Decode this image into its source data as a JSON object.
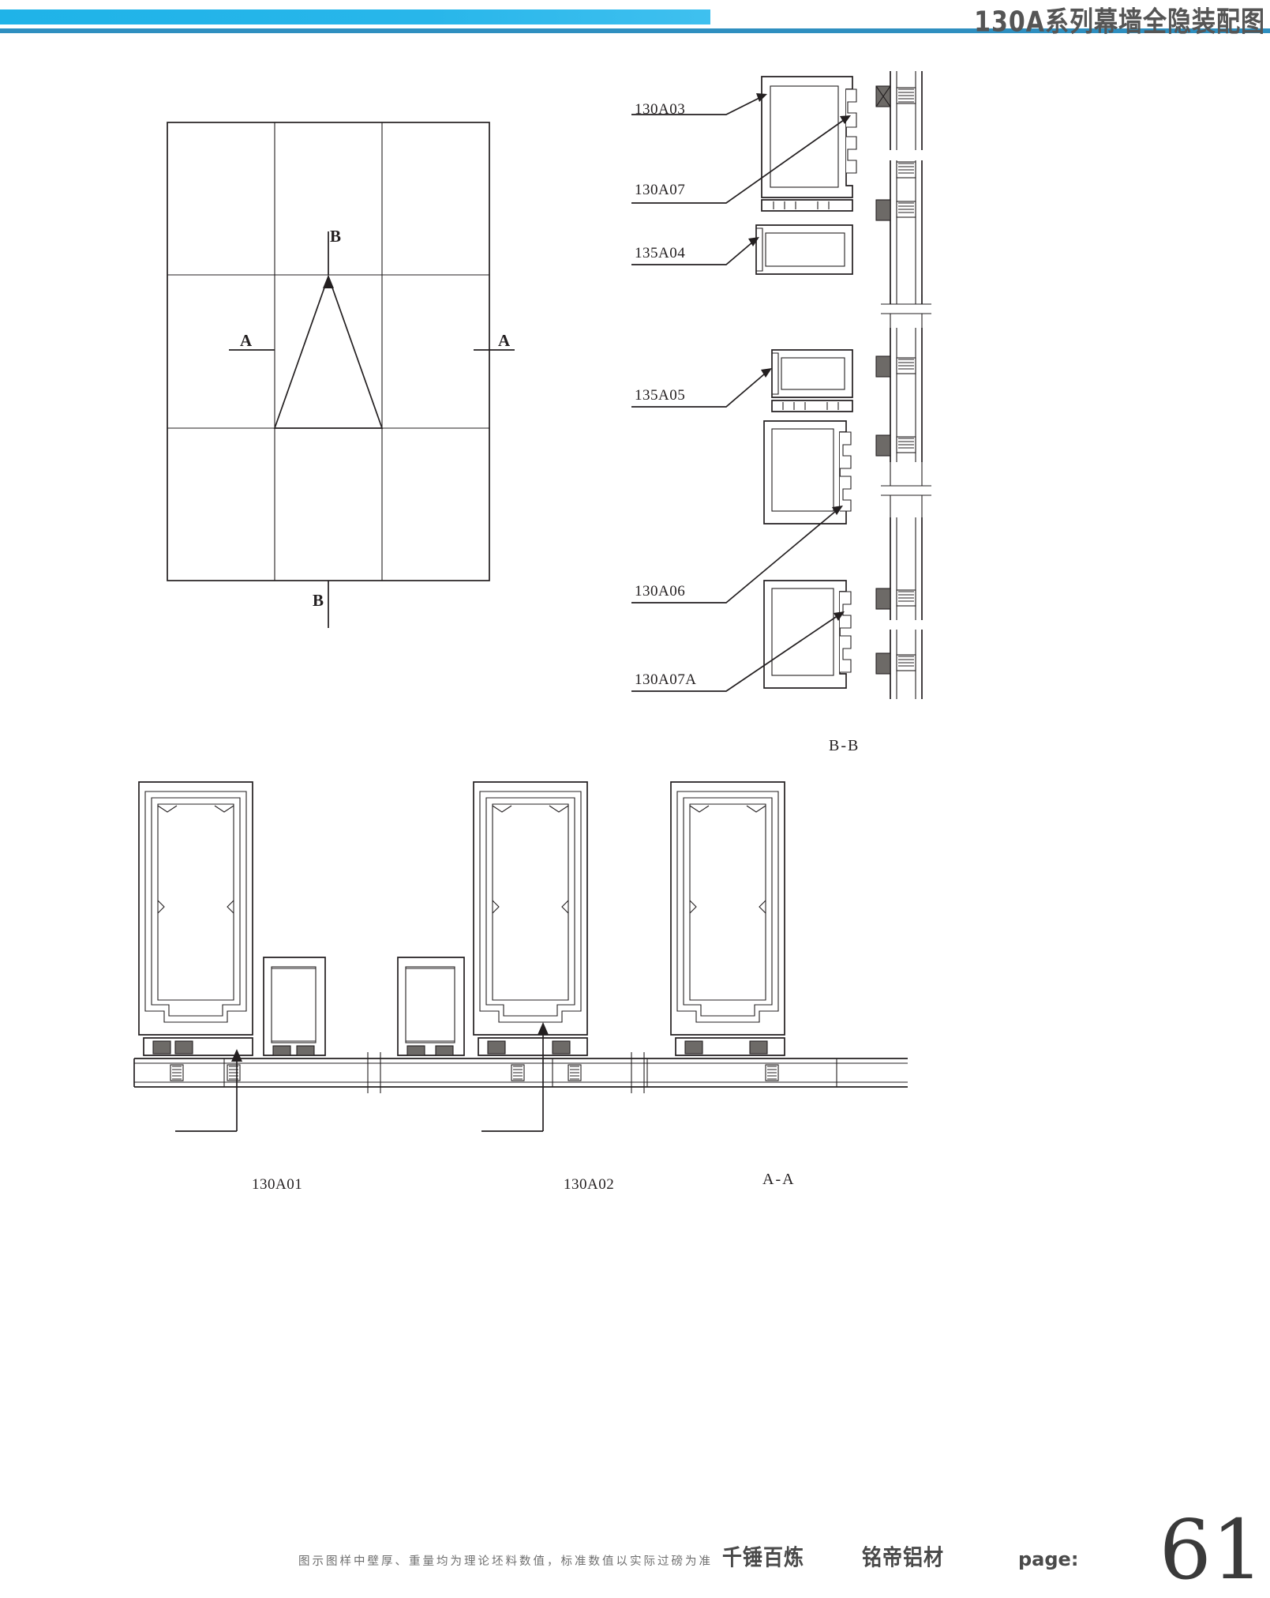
{
  "header": {
    "title": "130A系列幕墙全隐装配图",
    "bar_color_light": "#1fb3e8",
    "bar_color_dark": "#2e8fc0"
  },
  "elevation": {
    "name": "curtain-wall-elevation",
    "section_marks": {
      "a_left": "A",
      "a_right": "A",
      "b_top": "B",
      "b_bottom": "B"
    },
    "grid": {
      "columns": 3,
      "rows": 3
    }
  },
  "section_bb": {
    "title": "B-B",
    "callouts": [
      {
        "code": "130A03"
      },
      {
        "code": "130A07"
      },
      {
        "code": "135A04"
      },
      {
        "code": "135A05"
      },
      {
        "code": "130A06"
      },
      {
        "code": "130A07A"
      }
    ]
  },
  "section_aa": {
    "title": "A-A",
    "callouts": [
      {
        "code": "130A01"
      },
      {
        "code": "130A02"
      }
    ]
  },
  "footer": {
    "note": "图示图样中壁厚、重量均为理论坯料数值，标准数值以实际过磅为准",
    "brand_slogan": "千锤百炼",
    "brand_name": "铭帝铝材",
    "page_label": "page:",
    "page_number": "61"
  }
}
